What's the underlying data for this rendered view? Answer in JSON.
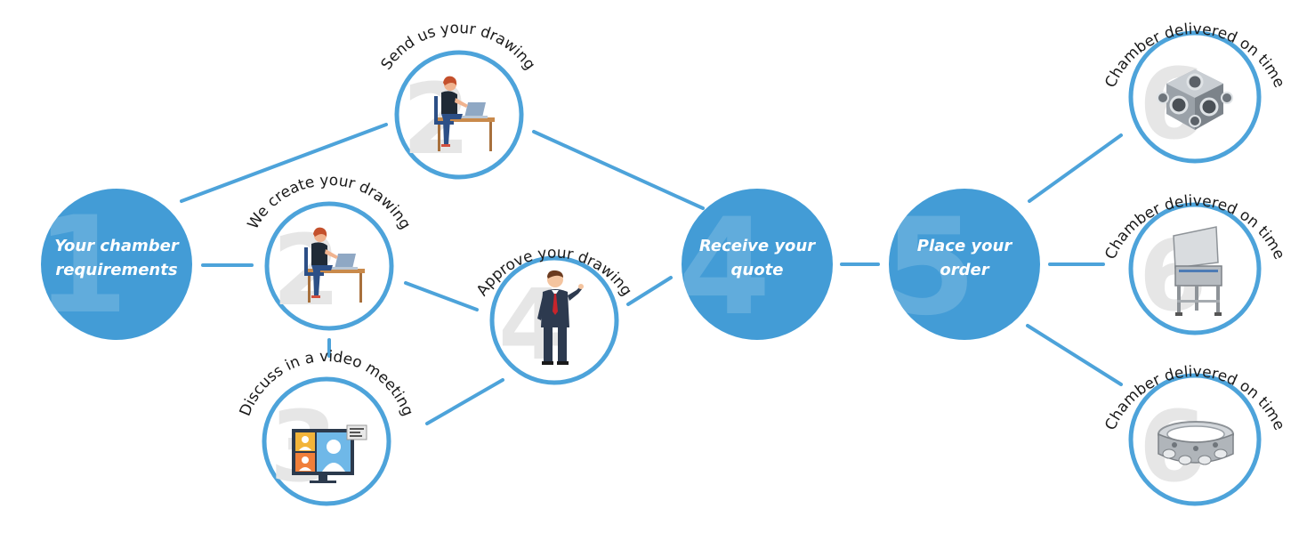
{
  "colors": {
    "accent": "#439cd6",
    "accent_dark": "#2f86c2",
    "ring": "#4da3da",
    "text": "#1a1a1a"
  },
  "steps": {
    "requirements": {
      "number": "1",
      "lines": [
        "Your chamber",
        "requirements"
      ]
    },
    "send_drawing": {
      "number": "2",
      "label": "Send us your drawing",
      "icon": "woman-at-desk-icon"
    },
    "create_drawing": {
      "number": "2",
      "label": "We create your drawing",
      "icon": "woman-at-desk-icon"
    },
    "video_meeting": {
      "number": "3",
      "label": "Discuss in a video meeting",
      "icon": "video-call-monitor-icon"
    },
    "approve_drawing": {
      "number": "4",
      "label": "Approve your drawing",
      "icon": "businessman-presenting-icon"
    },
    "receive_quote": {
      "number": "4",
      "lines": [
        "Receive your",
        "quote"
      ]
    },
    "place_order": {
      "number": "5",
      "lines": [
        "Place your",
        "order"
      ]
    },
    "delivered_top": {
      "number": "6",
      "label": "Chamber delivered on time",
      "icon": "cube-vacuum-chamber-icon"
    },
    "delivered_middle": {
      "number": "6",
      "label": "Chamber delivered on time",
      "icon": "box-chamber-on-stand-icon"
    },
    "delivered_bottom": {
      "number": "6",
      "label": "Chamber delivered on time",
      "icon": "ring-chamber-icon"
    }
  }
}
